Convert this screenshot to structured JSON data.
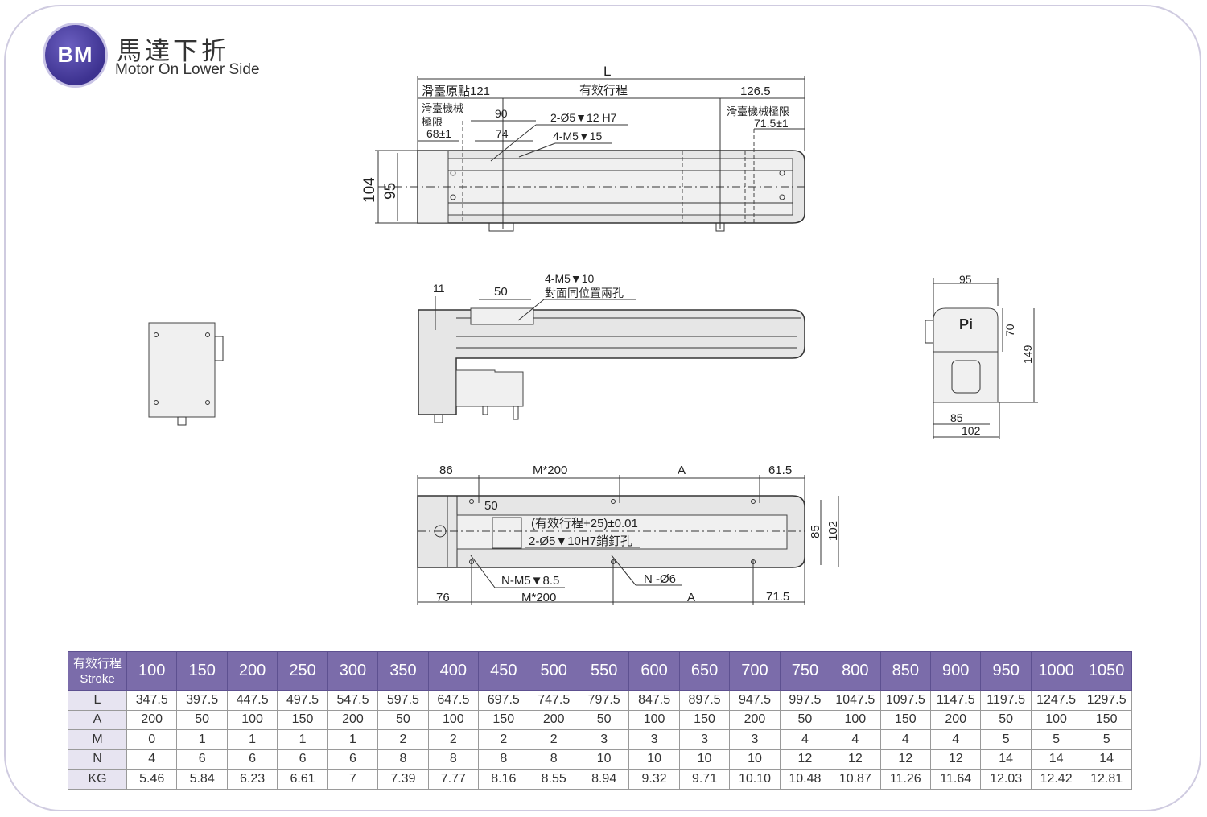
{
  "header": {
    "logo_text": "BM",
    "title_cn": "馬達下折",
    "title_en": "Motor On Lower Side"
  },
  "drawing_top": {
    "L": "L",
    "origin": "滑臺原點121",
    "stroke": "有效行程",
    "right_len": "126.5",
    "mech_limit_left_1": "滑臺機械",
    "mech_limit_left_2": "極限",
    "mech_limit_left_val": "68±1",
    "dim_90": "90",
    "dim_74": "74",
    "pin_hole": "2-Ø5▼12 H7",
    "tap_hole": "4-M5▼15",
    "mech_limit_right": "滑臺機械極限",
    "mech_limit_right_val": "71.5±1",
    "h104": "104",
    "h95": "95"
  },
  "drawing_side": {
    "dim_11": "11",
    "dim_50": "50",
    "tap_note_1": "4-M5▼10",
    "tap_note_2": "對面同位置兩孔"
  },
  "drawing_end": {
    "w95": "95",
    "h70": "70",
    "h149": "149",
    "w85": "85",
    "w102": "102",
    "brand": "Pi"
  },
  "drawing_bottom": {
    "d86": "86",
    "m200_top": "M*200",
    "A_top": "A",
    "d61_5": "61.5",
    "d50": "50",
    "pitch_note": "(有效行程+25)±0.01",
    "pin_note": "2-Ø5▼10H7銷釘孔",
    "n_m5": "N-M5▼8.5",
    "n_6": "N -Ø6",
    "d76": "76",
    "m200_bot": "M*200",
    "A_bot": "A",
    "d71_5": "71.5",
    "h85": "85",
    "h102": "102"
  },
  "table": {
    "corner_cn": "有效行程",
    "corner_en": "Stroke",
    "strokes": [
      "100",
      "150",
      "200",
      "250",
      "300",
      "350",
      "400",
      "450",
      "500",
      "550",
      "600",
      "650",
      "700",
      "750",
      "800",
      "850",
      "900",
      "950",
      "1000",
      "1050"
    ],
    "rows": [
      {
        "label": "L",
        "values": [
          "347.5",
          "397.5",
          "447.5",
          "497.5",
          "547.5",
          "597.5",
          "647.5",
          "697.5",
          "747.5",
          "797.5",
          "847.5",
          "897.5",
          "947.5",
          "997.5",
          "1047.5",
          "1097.5",
          "1147.5",
          "1197.5",
          "1247.5",
          "1297.5"
        ]
      },
      {
        "label": "A",
        "values": [
          "200",
          "50",
          "100",
          "150",
          "200",
          "50",
          "100",
          "150",
          "200",
          "50",
          "100",
          "150",
          "200",
          "50",
          "100",
          "150",
          "200",
          "50",
          "100",
          "150"
        ]
      },
      {
        "label": "M",
        "values": [
          "0",
          "1",
          "1",
          "1",
          "1",
          "2",
          "2",
          "2",
          "2",
          "3",
          "3",
          "3",
          "3",
          "4",
          "4",
          "4",
          "4",
          "5",
          "5",
          "5"
        ]
      },
      {
        "label": "N",
        "values": [
          "4",
          "6",
          "6",
          "6",
          "6",
          "8",
          "8",
          "8",
          "8",
          "10",
          "10",
          "10",
          "10",
          "12",
          "12",
          "12",
          "12",
          "14",
          "14",
          "14"
        ]
      },
      {
        "label": "KG",
        "values": [
          "5.46",
          "5.84",
          "6.23",
          "6.61",
          "7",
          "7.39",
          "7.77",
          "8.16",
          "8.55",
          "8.94",
          "9.32",
          "9.71",
          "10.10",
          "10.48",
          "10.87",
          "11.26",
          "11.64",
          "12.03",
          "12.42",
          "12.81"
        ]
      }
    ]
  },
  "colors": {
    "header_bg": "#7b6caa",
    "logo": "#3d3290",
    "row_label_bg": "#e7e4f1"
  }
}
